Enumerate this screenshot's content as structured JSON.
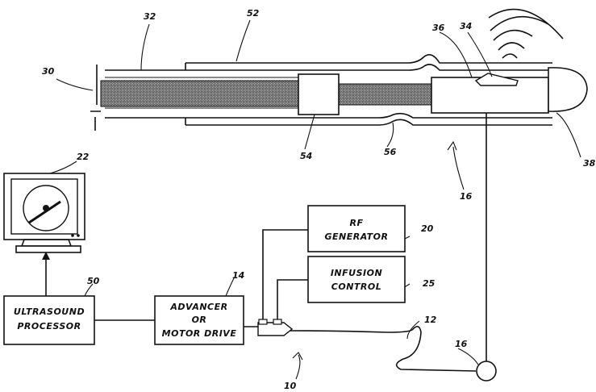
{
  "refs": {
    "r30": "30",
    "r32": "32",
    "r52": "52",
    "r36": "36",
    "r34": "34",
    "r38": "38",
    "r54": "54",
    "r56": "56",
    "r16a": "16",
    "r16b": "16",
    "r22": "22",
    "r50": "50",
    "r14": "14",
    "r20": "20",
    "r25": "25",
    "r12": "12",
    "r10": "10"
  },
  "boxes": {
    "ultrasound": [
      "ULTRASOUND",
      "PROCESSOR"
    ],
    "advancer": [
      "ADVANCER",
      "OR",
      "MOTOR DRIVE"
    ],
    "rf": [
      "RF",
      "GENERATOR"
    ],
    "infusion": [
      "INFUSION",
      "CONTROL"
    ]
  }
}
